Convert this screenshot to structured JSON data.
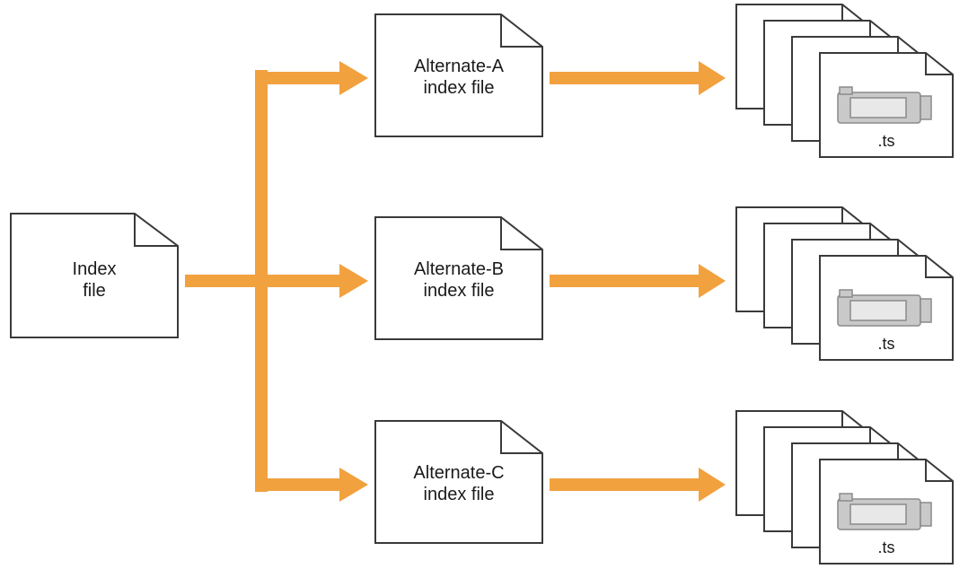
{
  "diagram": {
    "source_doc": {
      "line1": "Index",
      "line2": "file"
    },
    "variants": [
      {
        "line1": "Alternate-A",
        "line2": "index file",
        "segment_label": ".ts"
      },
      {
        "line1": "Alternate-B",
        "line2": "index file",
        "segment_label": ".ts"
      },
      {
        "line1": "Alternate-C",
        "line2": "index file",
        "segment_label": ".ts"
      }
    ],
    "colors": {
      "arrow": "#f2a13f",
      "doc_stroke": "#3a3a3a",
      "doc_fill": "#ffffff",
      "camera_fill": "#c9c9c9",
      "camera_stroke": "#8a8a8a"
    },
    "icons": {
      "document": "document-icon",
      "segment": "video-camera-icon"
    }
  }
}
